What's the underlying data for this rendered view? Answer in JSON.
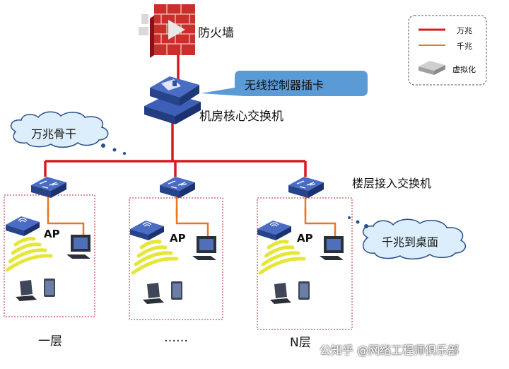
{
  "labels": {
    "firewall": "防火墙",
    "wireless_controller": "无线控制器插卡",
    "core_switch": "机房核心交换机",
    "backbone": "万兆骨干",
    "floor_switch": "楼层接入交换机",
    "gigabit_desktop": "千兆到桌面",
    "ap": "AP",
    "floor_first": "一层",
    "floor_middle": "……",
    "floor_last": "N层"
  },
  "legend": {
    "items": [
      {
        "label": "万兆",
        "color": "#d71920",
        "icon": "red-line"
      },
      {
        "label": "千兆",
        "color": "#e87722",
        "icon": "orange-line"
      },
      {
        "label": "虚拟化",
        "color": "#9a9a9a",
        "icon": "virtual-switch-icon"
      }
    ]
  },
  "watermark": "公知乎 @网络工程师俱乐部",
  "colors": {
    "backbone": "#d71920",
    "gigabit": "#e87722",
    "switch_fill": "#2f4fa3",
    "callout_fill": "#5b9bd5",
    "cloud_fill": "#dceefb",
    "wifi": "#e6e63a"
  }
}
